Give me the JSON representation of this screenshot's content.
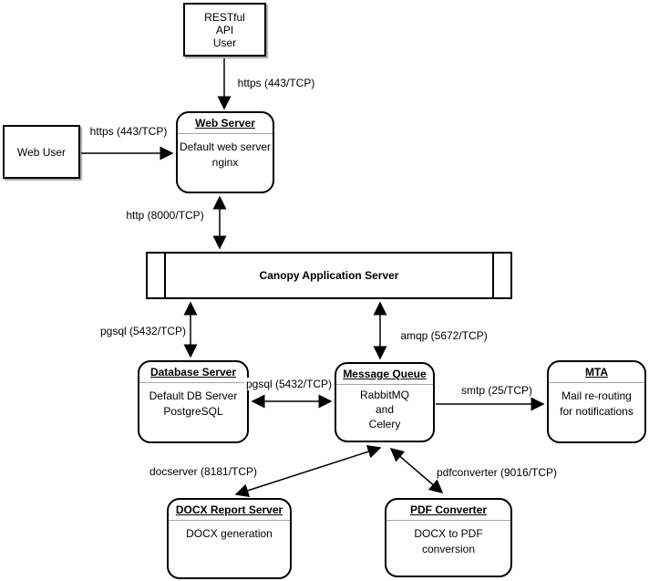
{
  "diagram": {
    "nodes": {
      "rest_user": {
        "lines": "RESTful\nAPI\nUser"
      },
      "web_user": {
        "label": "Web User"
      },
      "web_server": {
        "title": "Web Server",
        "body": [
          "Default web server",
          "nginx"
        ]
      },
      "canopy": {
        "title": "Canopy Application Server"
      },
      "database": {
        "title": "Database Server",
        "body": [
          "Default DB Server",
          "PostgreSQL"
        ]
      },
      "message_queue": {
        "title": "Message Queue",
        "body": [
          "RabbitMQ",
          "and",
          "Celery"
        ]
      },
      "mta": {
        "title": "MTA",
        "body": [
          "Mail re-routing",
          "for notifications"
        ]
      },
      "docx": {
        "title": "DOCX Report Server",
        "body": [
          "DOCX generation"
        ]
      },
      "pdf": {
        "title": "PDF Converter",
        "body": [
          "DOCX to PDF",
          "conversion"
        ]
      }
    },
    "edge_labels": {
      "https_rest": "https (443/TCP)",
      "https_web": "https (443/TCP)",
      "http_canopy": "http (8000/TCP)",
      "pgsql_canopy": "pgsql (5432/TCP)",
      "amqp": "amqp (5672/TCP)",
      "pgsql_mq": "pgsql (5432/TCP)",
      "smtp": "smtp (25/TCP)",
      "docserver": "docserver (8181/TCP)",
      "pdfconverter": "pdfconverter (9016/TCP)"
    },
    "colors": {
      "stroke": "#000000",
      "divider": "#a6a6a6",
      "background": "#ffffff"
    }
  }
}
